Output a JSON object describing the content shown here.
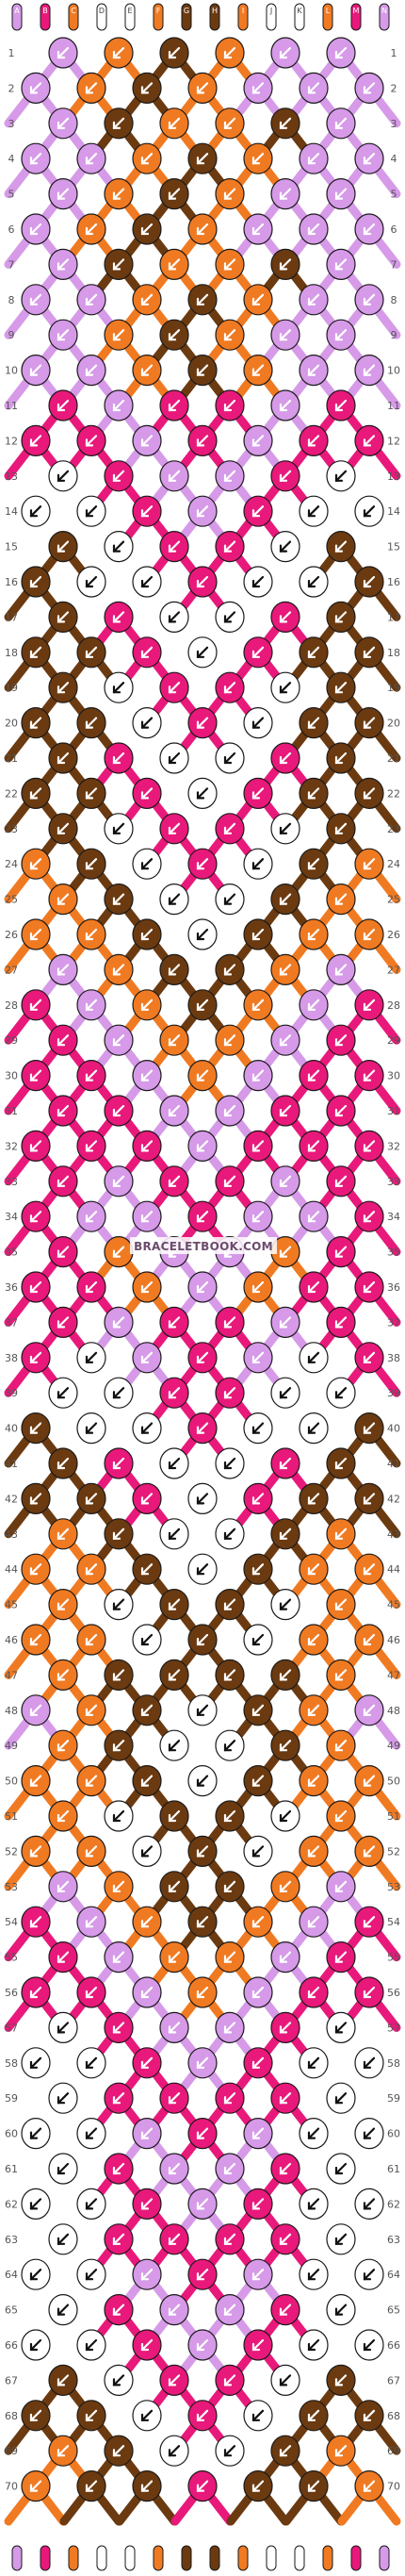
{
  "watermark": "BRACELETBOOK.COM",
  "rows": {
    "count": 70,
    "labels_left": [
      "1",
      "2",
      "3",
      "4",
      "5",
      "6",
      "7",
      "8",
      "9",
      "10",
      "11",
      "12",
      "13",
      "14",
      "15",
      "16",
      "17",
      "18",
      "19",
      "20",
      "21",
      "22",
      "23",
      "24",
      "25",
      "26",
      "27",
      "28",
      "29",
      "30",
      "31",
      "32",
      "33",
      "34",
      "35",
      "36",
      "37",
      "38",
      "39",
      "40",
      "41",
      "42",
      "43",
      "44",
      "45",
      "46",
      "47",
      "48",
      "49",
      "50",
      "51",
      "52",
      "53",
      "54",
      "55",
      "56",
      "57",
      "58",
      "59",
      "60",
      "61",
      "62",
      "63",
      "64",
      "65",
      "66",
      "67",
      "68",
      "69",
      "70"
    ],
    "labels_right": [
      "1",
      "2",
      "3",
      "4",
      "5",
      "6",
      "7",
      "8",
      "9",
      "10",
      "11",
      "12",
      "13",
      "14",
      "15",
      "16",
      "17",
      "18",
      "19",
      "20",
      "21",
      "22",
      "23",
      "24",
      "25",
      "26",
      "27",
      "28",
      "29",
      "30",
      "31",
      "32",
      "33",
      "34",
      "35",
      "36",
      "37",
      "38",
      "39",
      "40",
      "41",
      "42",
      "43",
      "44",
      "45",
      "46",
      "47",
      "48",
      "49",
      "50",
      "51",
      "52",
      "53",
      "54",
      "55",
      "56",
      "57",
      "58",
      "59",
      "60",
      "61",
      "62",
      "63",
      "64",
      "65",
      "66",
      "67",
      "68",
      "69",
      "70"
    ]
  },
  "strings": {
    "count": 14,
    "top_letters": [
      "A",
      "B",
      "C",
      "D",
      "E",
      "F",
      "G",
      "H",
      "I",
      "J",
      "K",
      "L",
      "M",
      "N"
    ],
    "top_colors": [
      "#d69ae8",
      "#e8197b",
      "#f07a22",
      "#ffffff",
      "#ffffff",
      "#f07a22",
      "#6b3a10",
      "#6b3a10",
      "#f07a22",
      "#ffffff",
      "#ffffff",
      "#f07a22",
      "#e8197b",
      "#d69ae8"
    ]
  },
  "palette": {
    "lavender": "#d69ae8",
    "pink": "#e8197b",
    "orange": "#f07a22",
    "brown": "#6b3a10",
    "white": "#ffffff",
    "outline": "#1a1a1a"
  },
  "knot_colors": [
    [
      "lavender",
      "orange",
      "brown",
      "orange",
      "lavender",
      "lavender"
    ],
    [
      "lavender",
      "orange",
      "brown",
      "orange",
      "lavender",
      "lavender",
      "lavender"
    ],
    [
      "lavender",
      "brown",
      "orange",
      "orange",
      "brown",
      "lavender"
    ],
    [
      "lavender",
      "lavender",
      "orange",
      "brown",
      "orange",
      "lavender",
      "lavender"
    ],
    [
      "lavender",
      "orange",
      "brown",
      "orange",
      "lavender",
      "lavender"
    ],
    [
      "lavender",
      "orange",
      "brown",
      "orange",
      "lavender",
      "lavender",
      "lavender"
    ],
    [
      "lavender",
      "brown",
      "orange",
      "orange",
      "brown",
      "lavender"
    ],
    [
      "lavender",
      "lavender",
      "orange",
      "brown",
      "orange",
      "lavender",
      "lavender"
    ],
    [
      "lavender",
      "orange",
      "brown",
      "orange",
      "lavender",
      "lavender"
    ],
    [
      "lavender",
      "lavender",
      "orange",
      "brown",
      "orange",
      "lavender",
      "lavender"
    ],
    [
      "pink",
      "lavender",
      "pink",
      "pink",
      "lavender",
      "pink"
    ],
    [
      "pink",
      "pink",
      "lavender",
      "pink",
      "lavender",
      "pink",
      "pink"
    ],
    [
      "white",
      "pink",
      "lavender",
      "lavender",
      "pink",
      "white"
    ],
    [
      "white",
      "white",
      "pink",
      "lavender",
      "pink",
      "white",
      "white"
    ],
    [
      "brown",
      "white",
      "pink",
      "pink",
      "white",
      "brown"
    ],
    [
      "brown",
      "white",
      "white",
      "pink",
      "white",
      "white",
      "brown"
    ],
    [
      "brown",
      "pink",
      "white",
      "white",
      "pink",
      "brown"
    ],
    [
      "brown",
      "brown",
      "pink",
      "white",
      "pink",
      "brown",
      "brown"
    ],
    [
      "brown",
      "white",
      "pink",
      "pink",
      "white",
      "brown"
    ],
    [
      "brown",
      "brown",
      "white",
      "pink",
      "white",
      "brown",
      "brown"
    ],
    [
      "brown",
      "pink",
      "white",
      "white",
      "pink",
      "brown"
    ],
    [
      "brown",
      "brown",
      "pink",
      "white",
      "pink",
      "brown",
      "brown"
    ],
    [
      "brown",
      "white",
      "pink",
      "pink",
      "white",
      "brown"
    ],
    [
      "orange",
      "brown",
      "white",
      "pink",
      "white",
      "brown",
      "orange"
    ],
    [
      "orange",
      "brown",
      "white",
      "white",
      "brown",
      "orange"
    ],
    [
      "orange",
      "orange",
      "brown",
      "white",
      "brown",
      "orange",
      "orange"
    ],
    [
      "lavender",
      "orange",
      "brown",
      "brown",
      "orange",
      "lavender"
    ],
    [
      "pink",
      "lavender",
      "orange",
      "brown",
      "orange",
      "lavender",
      "pink"
    ],
    [
      "pink",
      "lavender",
      "orange",
      "orange",
      "lavender",
      "pink"
    ],
    [
      "pink",
      "pink",
      "lavender",
      "orange",
      "lavender",
      "pink",
      "pink"
    ],
    [
      "pink",
      "pink",
      "lavender",
      "lavender",
      "pink",
      "pink"
    ],
    [
      "pink",
      "pink",
      "pink",
      "lavender",
      "pink",
      "pink",
      "pink"
    ],
    [
      "pink",
      "lavender",
      "pink",
      "pink",
      "lavender",
      "pink"
    ],
    [
      "pink",
      "lavender",
      "lavender",
      "pink",
      "lavender",
      "lavender",
      "pink"
    ],
    [
      "pink",
      "orange",
      "lavender",
      "lavender",
      "orange",
      "pink"
    ],
    [
      "pink",
      "pink",
      "orange",
      "lavender",
      "orange",
      "pink",
      "pink"
    ],
    [
      "pink",
      "lavender",
      "pink",
      "pink",
      "lavender",
      "pink"
    ],
    [
      "pink",
      "white",
      "lavender",
      "pink",
      "lavender",
      "white",
      "pink"
    ],
    [
      "white",
      "white",
      "pink",
      "pink",
      "white",
      "white"
    ],
    [
      "brown",
      "white",
      "white",
      "pink",
      "white",
      "white",
      "brown"
    ],
    [
      "brown",
      "pink",
      "white",
      "white",
      "pink",
      "brown"
    ],
    [
      "brown",
      "brown",
      "pink",
      "white",
      "pink",
      "brown",
      "brown"
    ],
    [
      "orange",
      "brown",
      "white",
      "white",
      "brown",
      "orange"
    ],
    [
      "orange",
      "orange",
      "brown",
      "white",
      "brown",
      "orange",
      "orange"
    ],
    [
      "orange",
      "white",
      "brown",
      "brown",
      "white",
      "orange"
    ],
    [
      "orange",
      "orange",
      "white",
      "brown",
      "white",
      "orange",
      "orange"
    ],
    [
      "orange",
      "brown",
      "brown",
      "brown",
      "brown",
      "orange"
    ],
    [
      "lavender",
      "orange",
      "brown",
      "white",
      "brown",
      "orange",
      "lavender"
    ],
    [
      "orange",
      "brown",
      "white",
      "white",
      "brown",
      "orange"
    ],
    [
      "orange",
      "orange",
      "brown",
      "white",
      "brown",
      "orange",
      "orange"
    ],
    [
      "orange",
      "white",
      "brown",
      "brown",
      "white",
      "orange"
    ],
    [
      "orange",
      "orange",
      "white",
      "brown",
      "white",
      "orange",
      "orange"
    ],
    [
      "lavender",
      "orange",
      "brown",
      "brown",
      "orange",
      "lavender"
    ],
    [
      "pink",
      "lavender",
      "orange",
      "brown",
      "orange",
      "lavender",
      "pink"
    ],
    [
      "pink",
      "lavender",
      "orange",
      "orange",
      "lavender",
      "pink"
    ],
    [
      "pink",
      "pink",
      "lavender",
      "orange",
      "lavender",
      "pink",
      "pink"
    ],
    [
      "white",
      "pink",
      "lavender",
      "lavender",
      "pink",
      "white"
    ],
    [
      "white",
      "white",
      "pink",
      "lavender",
      "pink",
      "white",
      "white"
    ],
    [
      "white",
      "pink",
      "pink",
      "pink",
      "pink",
      "white"
    ],
    [
      "white",
      "white",
      "lavender",
      "pink",
      "lavender",
      "white",
      "white"
    ],
    [
      "white",
      "pink",
      "lavender",
      "lavender",
      "pink",
      "white"
    ],
    [
      "white",
      "white",
      "pink",
      "lavender",
      "pink",
      "white",
      "white"
    ],
    [
      "white",
      "pink",
      "pink",
      "pink",
      "pink",
      "white"
    ],
    [
      "white",
      "white",
      "lavender",
      "pink",
      "lavender",
      "white",
      "white"
    ],
    [
      "white",
      "pink",
      "lavender",
      "lavender",
      "pink",
      "white"
    ],
    [
      "white",
      "white",
      "pink",
      "lavender",
      "pink",
      "white",
      "white"
    ],
    [
      "brown",
      "white",
      "pink",
      "pink",
      "white",
      "brown"
    ],
    [
      "brown",
      "brown",
      "white",
      "pink",
      "white",
      "brown",
      "brown"
    ],
    [
      "orange",
      "brown",
      "white",
      "white",
      "brown",
      "orange"
    ],
    [
      "orange",
      "brown",
      "brown",
      "pink",
      "brown",
      "brown",
      "orange"
    ]
  ]
}
